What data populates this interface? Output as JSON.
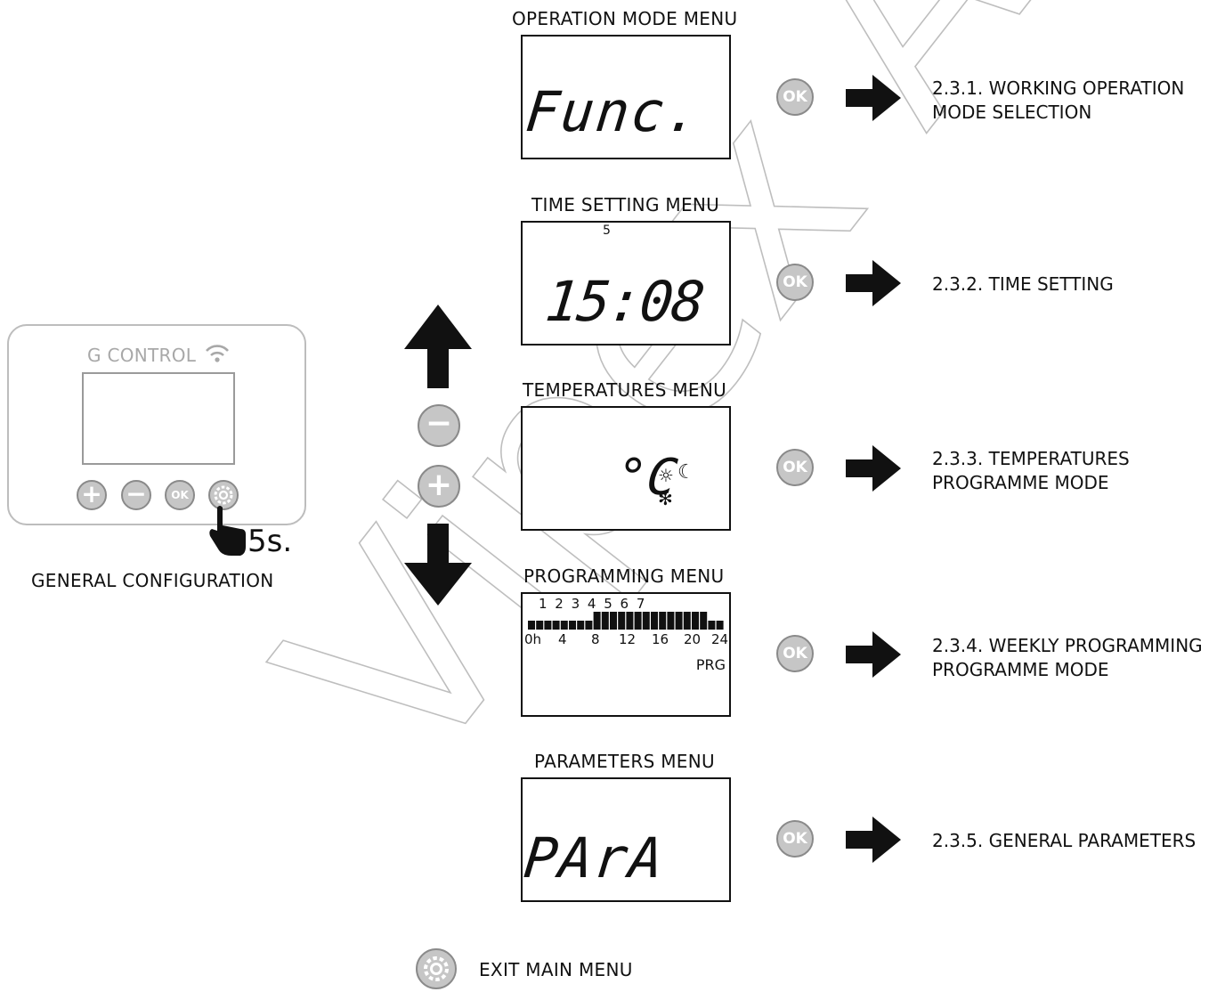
{
  "device": {
    "brand": "G CONTROL",
    "buttons": [
      "+",
      "−",
      "OK",
      "⚙"
    ],
    "hold_time": "5s.",
    "caption": "GENERAL CONFIGURATION"
  },
  "navigation": {
    "up_arrow": "arrow-up-icon",
    "down_arrow": "arrow-down-icon",
    "minus_button": "minus-button-icon",
    "plus_button": "plus-button-icon"
  },
  "menus": [
    {
      "title": "OPERATION MODE MENU",
      "display": "Func.",
      "ok_label": "OK",
      "ref_line1": "2.3.1. WORKING OPERATION",
      "ref_line2": "MODE SELECTION"
    },
    {
      "title": "TIME SETTING MENU",
      "display": "15:08",
      "day_indicator": "5",
      "ok_label": "OK",
      "ref_line1": "2.3.2. TIME SETTING",
      "ref_line2": ""
    },
    {
      "title": "TEMPERATURES MENU",
      "display": "°C",
      "ok_label": "OK",
      "ref_line1": "2.3.3. TEMPERATURES",
      "ref_line2": "PROGRAMME MODE"
    },
    {
      "title": "PROGRAMMING MENU",
      "days": "1 2 3 4 5 6 7",
      "axis": [
        "0h",
        "4",
        "8",
        "12",
        "16",
        "20",
        "24"
      ],
      "prg_label": "PRG",
      "ok_label": "OK",
      "ref_line1": "2.3.4. WEEKLY PROGRAMMING",
      "ref_line2": "PROGRAMME MODE"
    },
    {
      "title": "PARAMETERS MENU",
      "display": "PArA",
      "ok_label": "OK",
      "ref_line1": "2.3.5.  GENERAL PARAMETERS",
      "ref_line2": ""
    }
  ],
  "program_bars": [
    0,
    0,
    0,
    0,
    0,
    0,
    0,
    0,
    1,
    1,
    1,
    1,
    1,
    1,
    1,
    1,
    1,
    1,
    1,
    1,
    1,
    1,
    0,
    0
  ],
  "exit": {
    "label": "EXIT MAIN MENU"
  },
  "watermark": "Vipex AS",
  "colors": {
    "button_fill": "#c6c6c6",
    "button_stroke": "#8a8a8a",
    "ink": "#111111"
  }
}
